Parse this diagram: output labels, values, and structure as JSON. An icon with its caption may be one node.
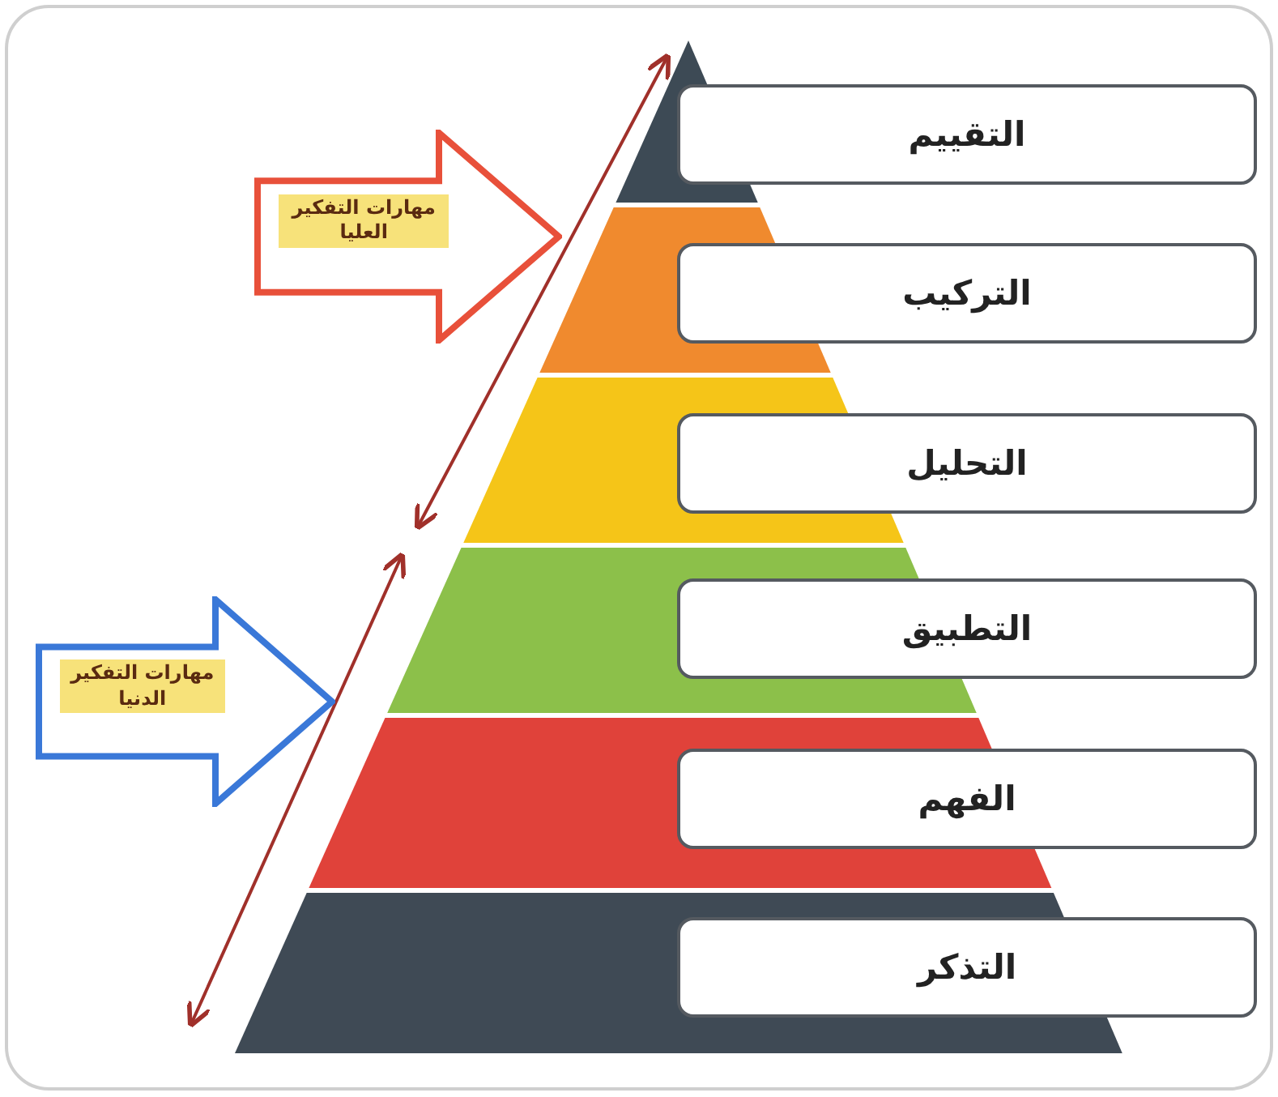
{
  "diagram": {
    "nodes": [
      {
        "text": [
          "التقييم"
        ]
      },
      {
        "text": [
          "التركيب"
        ]
      },
      {
        "text": [
          "التحليل"
        ]
      },
      {
        "text": [
          "التطبيق"
        ]
      },
      {
        "text": [
          "الفهم"
        ]
      },
      {
        "text": [
          "التذكر"
        ]
      },
      {
        "text": [
          "مهارات التفكير العليا"
        ]
      },
      {
        "text": [
          "مهارات التفكير الدنيا"
        ]
      }
    ],
    "edges": []
  }
}
